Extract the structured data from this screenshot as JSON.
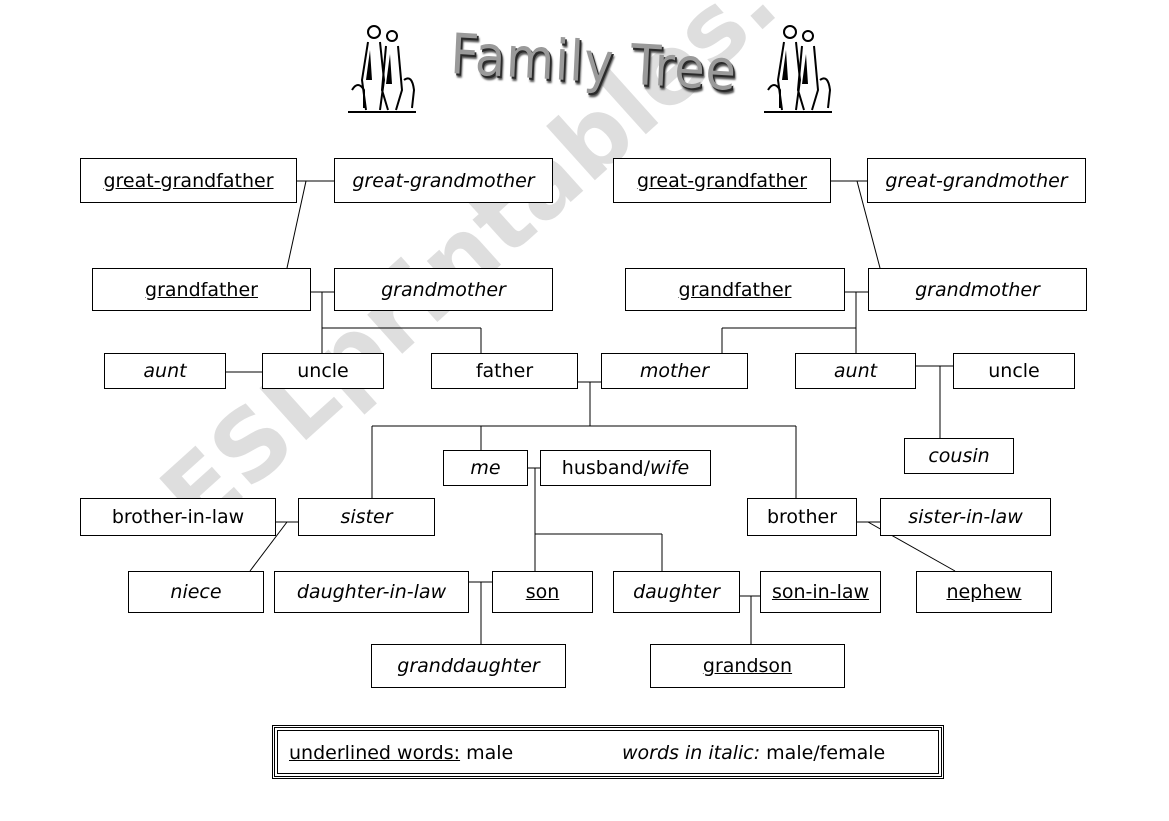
{
  "title": "Family Tree",
  "watermark": "ESLprintables.com",
  "nodes": {
    "ggf_left": "great-grandfather",
    "ggm_left": "great-grandmother",
    "ggf_right": "great-grandfather",
    "ggm_right": "great-grandmother",
    "gf_left": "grandfather",
    "gm_left": "grandmother",
    "gf_right": "grandfather",
    "gm_right": "grandmother",
    "aunt_left": "aunt",
    "uncle_left": "uncle",
    "father": "father",
    "mother": "mother",
    "aunt_right": "aunt",
    "uncle_right": "uncle",
    "cousin": "cousin",
    "me": "me",
    "husband": "husband/",
    "wife": "wife",
    "brother_in_law": "brother-in-law",
    "sister": "sister",
    "brother": "brother",
    "sister_in_law": "sister-in-law",
    "niece": "niece",
    "daughter_in_law": "daughter-in-law",
    "son": "son",
    "daughter": "daughter",
    "son_in_law": "son-in-law",
    "nephew": "nephew",
    "granddaughter": "granddaughter",
    "grandson": "grandson"
  },
  "legend": {
    "underlined_key": "underlined words:",
    "underlined_value": " male",
    "italic_key": "words in italic:",
    "italic_value": " male/female"
  }
}
